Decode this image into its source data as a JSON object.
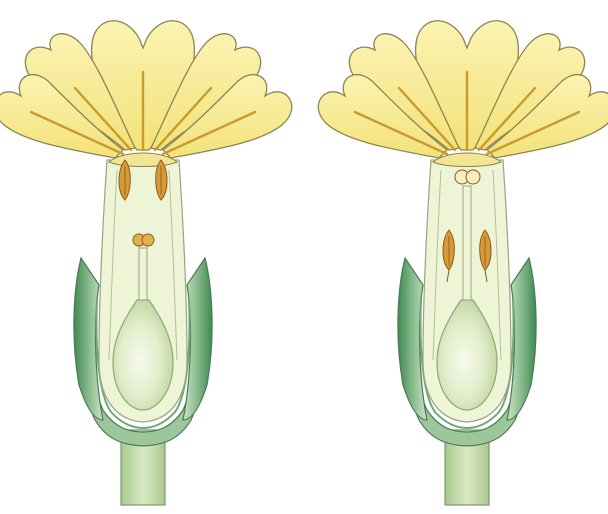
{
  "figure": {
    "background": "#ffffff",
    "flowers": [
      {
        "id": "pin",
        "stamen_position": "top",
        "style": "short"
      },
      {
        "id": "thrum",
        "stamen_position": "middle",
        "style": "long"
      }
    ]
  },
  "colors": {
    "petal": "#f7ef9a",
    "petal_outline": "#8c8550",
    "petal_vein": "#c99a2c",
    "tube": "#ecf2cf",
    "tube_outline": "#9aa383",
    "sepal": "#86b98c",
    "sepal_dark": "#3f8a52",
    "sepal_outline": "#4a7a55",
    "stem": "#c9ddb0",
    "stem_outline": "#7e9a73",
    "ovary": "#d2e2b6",
    "ovary_highlight": "#f6f9ee",
    "anther": "#d89a38",
    "anther_outline": "#8a5a1a",
    "stigma": "#e2b24a"
  }
}
